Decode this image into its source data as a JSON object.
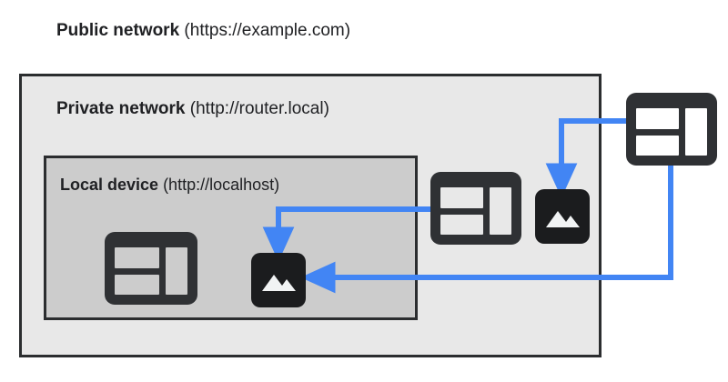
{
  "diagram": {
    "title": "Private Network Access diagram",
    "background": "#ffffff",
    "arrow_color": "#4285f4",
    "icon_color": "#2f3134"
  },
  "zones": [
    {
      "id": "public",
      "name_bold": "Public network",
      "url": " (https://example.com)",
      "fill": "#ffffff"
    },
    {
      "id": "private",
      "name_bold": "Private network",
      "url": " (http://router.local)",
      "fill": "#e8e8e8"
    },
    {
      "id": "local",
      "name_bold": "Local device",
      "url": " (http://localhost)",
      "fill": "#cccccc"
    }
  ],
  "icons": [
    {
      "id": "window-local",
      "type": "browser-window-icon",
      "zone": "local"
    },
    {
      "id": "image-local",
      "type": "image-icon",
      "zone": "local"
    },
    {
      "id": "window-router",
      "type": "browser-window-icon",
      "zone": "private"
    },
    {
      "id": "image-router",
      "type": "image-icon",
      "zone": "private"
    },
    {
      "id": "window-public",
      "type": "browser-window-icon",
      "zone": "public"
    }
  ],
  "arrows": [
    {
      "id": "public-to-router-image",
      "from": "window-public",
      "to": "image-router",
      "color": "#4285f4"
    },
    {
      "id": "router-to-local-image",
      "from": "window-router",
      "to": "image-local",
      "color": "#4285f4"
    },
    {
      "id": "public-to-local-image",
      "from": "window-public",
      "to": "image-local",
      "color": "#4285f4"
    }
  ]
}
